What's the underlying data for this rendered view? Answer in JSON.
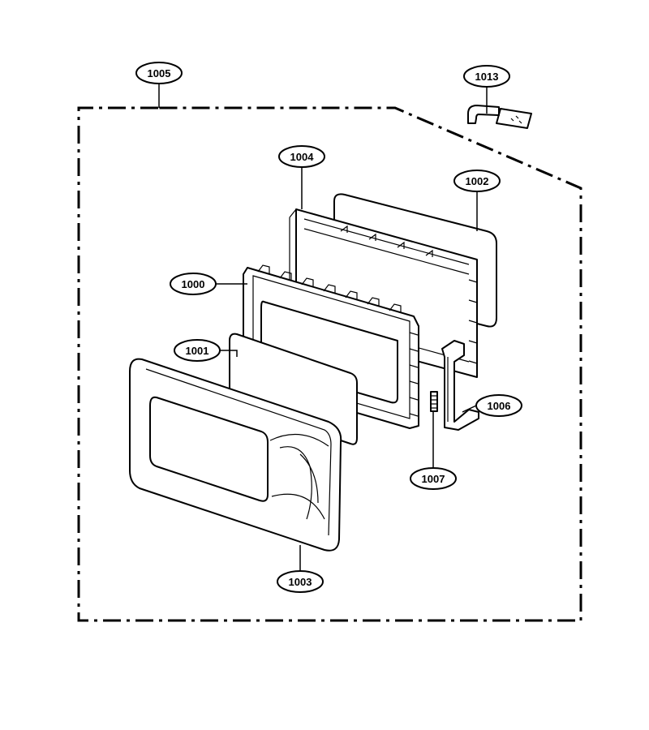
{
  "callouts": [
    {
      "id": "1005",
      "label": "1005"
    },
    {
      "id": "1013",
      "label": "1013"
    },
    {
      "id": "1004",
      "label": "1004"
    },
    {
      "id": "1002",
      "label": "1002"
    },
    {
      "id": "1000",
      "label": "1000"
    },
    {
      "id": "1001",
      "label": "1001"
    },
    {
      "id": "1006",
      "label": "1006"
    },
    {
      "id": "1007",
      "label": "1007"
    },
    {
      "id": "1003",
      "label": "1003"
    }
  ]
}
